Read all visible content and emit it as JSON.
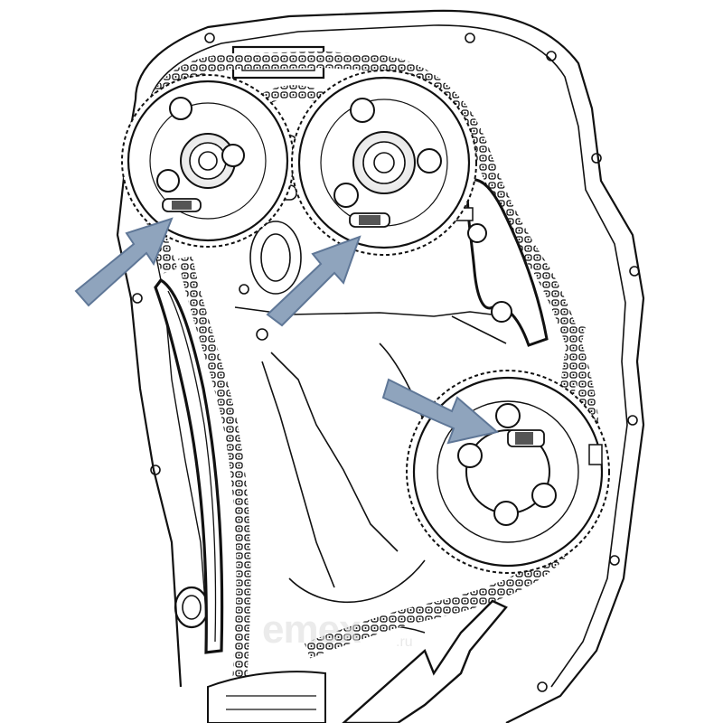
{
  "watermark": {
    "brand": "emex",
    "domain": ".ru"
  },
  "colors": {
    "line": "#111111",
    "paper": "#ffffff",
    "arrow_fill": "#8fa4bd",
    "arrow_stroke": "#5f7797",
    "mark": "#333333"
  },
  "labels": {
    "left_cam_arrow": "timing-mark-arrow",
    "right_cam_arrow": "timing-mark-arrow",
    "crank_arrow": "timing-mark-arrow"
  }
}
